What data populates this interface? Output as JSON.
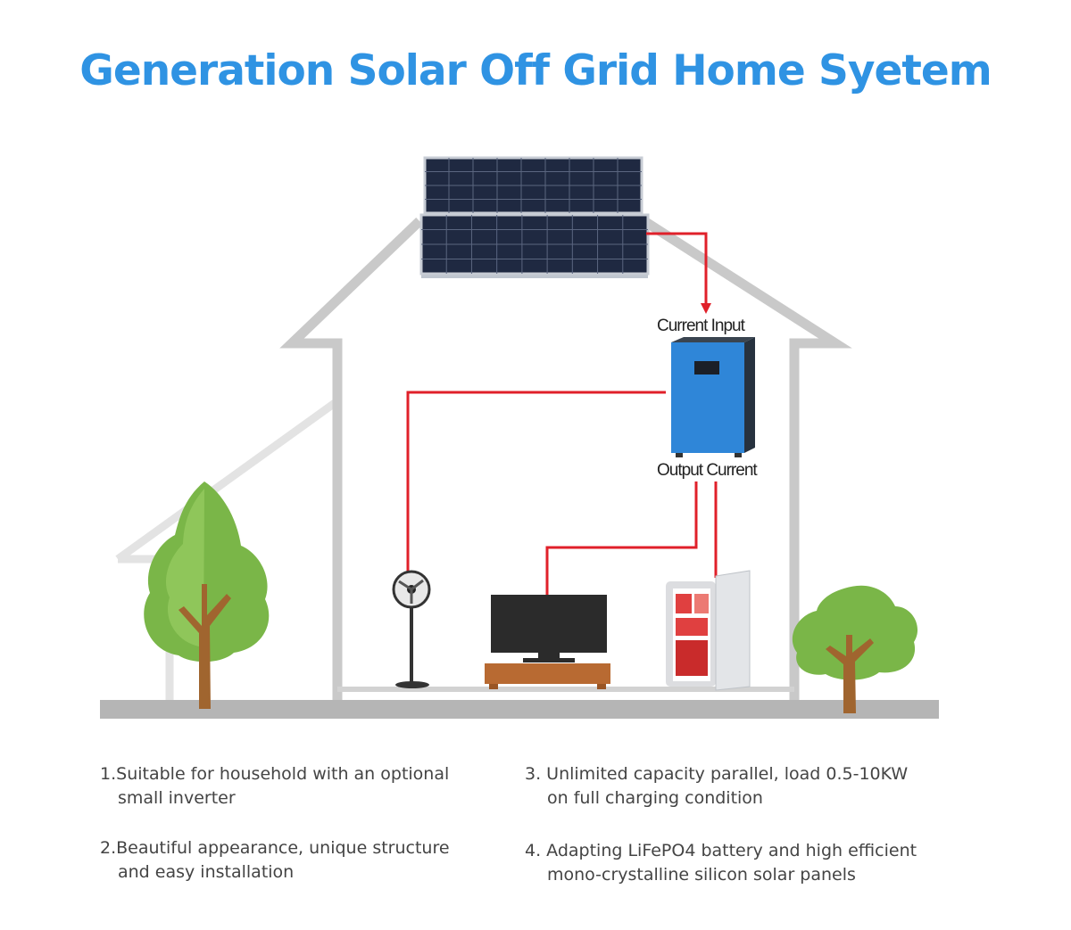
{
  "title": "Generation Solar Off Grid Home Syetem",
  "labels": {
    "current_input": "Current Input",
    "output_current": "Output Current"
  },
  "features": [
    {
      "num": "1.",
      "line1": "Suitable for household with an optional",
      "line2": "small inverter"
    },
    {
      "num": "2.",
      "line1": "Beautiful appearance, unique structure",
      "line2": "and easy installation"
    },
    {
      "num": "3. ",
      "line1": "Unlimited capacity parallel, load 0.5-10KW",
      "line2": "on full charging condition"
    },
    {
      "num": "4. ",
      "line1": "Adapting LiFePO4 battery and high efficient",
      "line2": "mono-crystalline silicon solar panels"
    }
  ],
  "colors": {
    "title": "#2f93e3",
    "wire": "#e0202a",
    "house_outline": "#c9c9c9",
    "ground": "#b5b5b5",
    "inverter": "#2f86d8",
    "tree_leaf": "#7ab648",
    "tree_trunk": "#a0652f"
  },
  "icons": [
    "solar-panel-icon",
    "inverter-icon",
    "fan-icon",
    "tv-icon",
    "fridge-icon",
    "tree-icon"
  ]
}
